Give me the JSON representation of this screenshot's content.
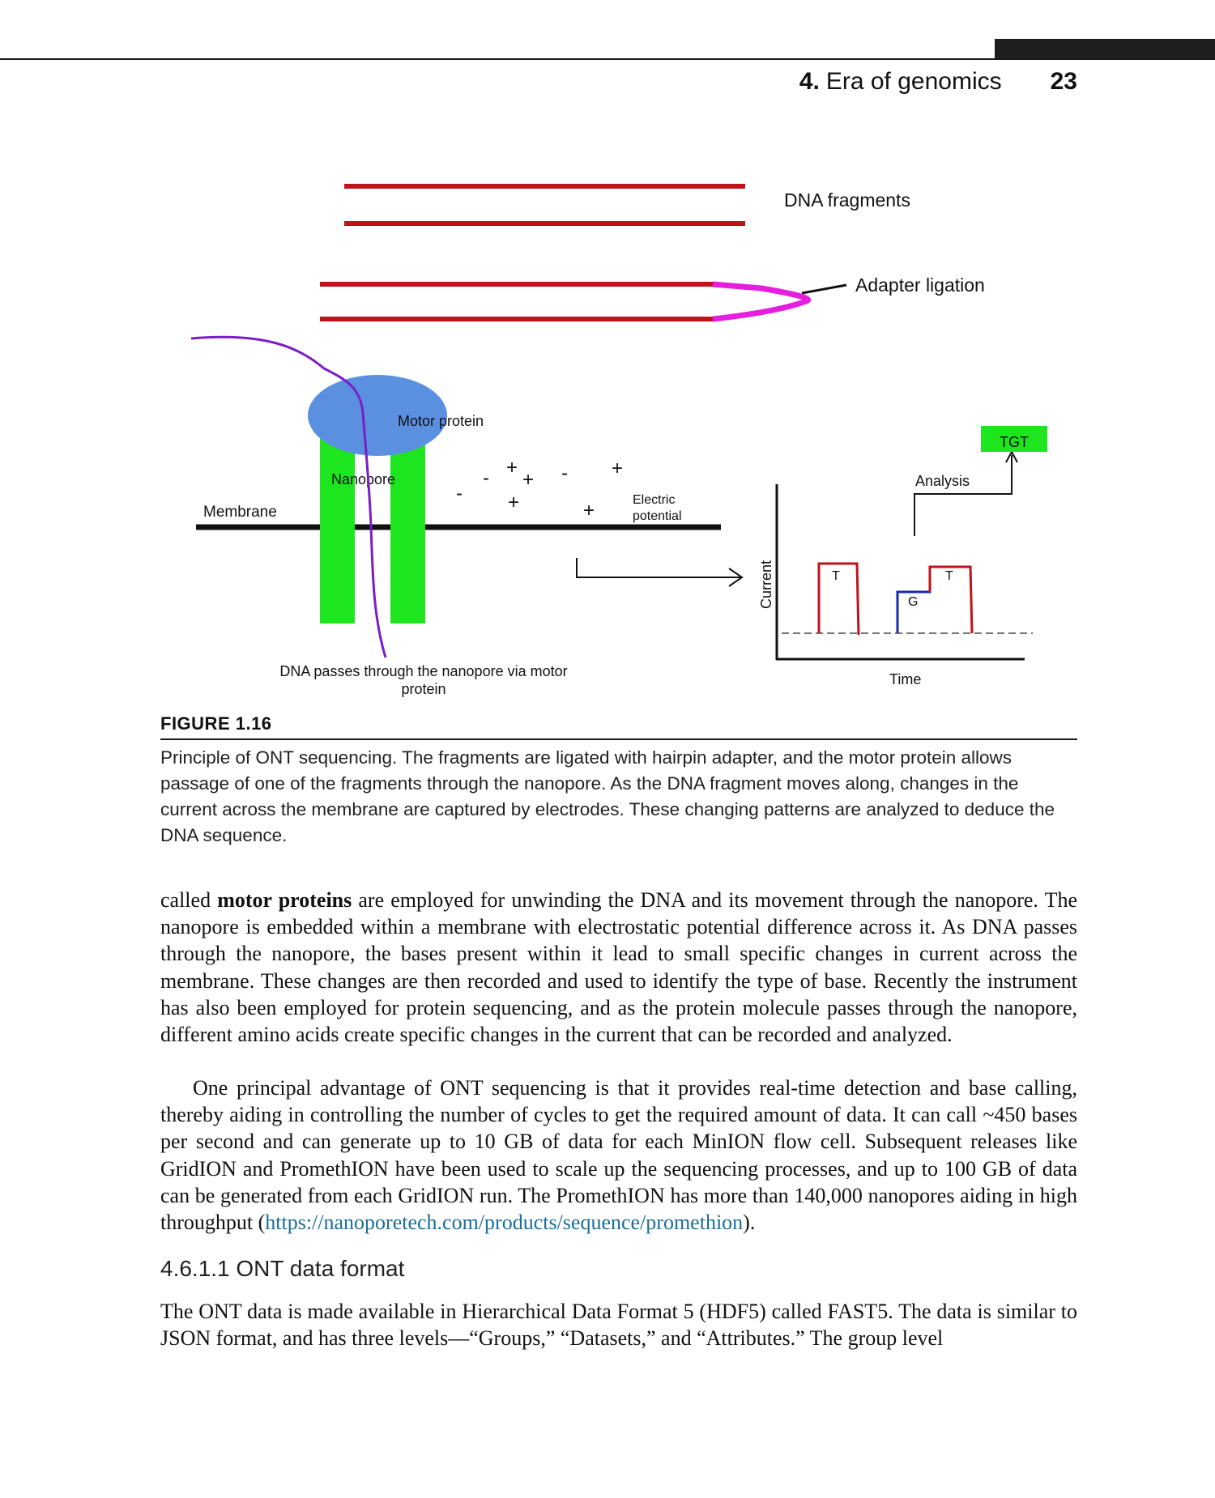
{
  "header": {
    "chapter_number": "4.",
    "chapter_title": "Era of genomics",
    "page_number": "23"
  },
  "figure": {
    "labels": {
      "dna_fragments": "DNA fragments",
      "adapter_ligation": "Adapter ligation",
      "motor_protein": "Motor protein",
      "nanopore": "Nanopore",
      "membrane": "Membrane",
      "electric_potential_line1": "Electric",
      "electric_potential_line2": "potential",
      "dna_passes_line1": "DNA passes through the nanopore via motor",
      "dna_passes_line2": "protein",
      "current_axis": "Current",
      "time_axis": "Time",
      "analysis": "Analysis",
      "result": "TGT",
      "base_t1": "T",
      "base_g": "G",
      "base_t2": "T"
    },
    "charges": [
      "+",
      "+",
      "+",
      "+",
      "+",
      "-",
      "-",
      "-"
    ],
    "colors": {
      "dna_strand": "#c0121a",
      "adapter": "#e61ee0",
      "motor_protein": "#5b8fe0",
      "nanopore": "#1ee61e",
      "dna_thread": "#7a1ec8",
      "result_box": "#1ee61e",
      "signal_red": "#c0121a",
      "signal_blue": "#1a2aa8"
    },
    "figure_label": "FIGURE 1.16",
    "caption": "Principle of ONT sequencing. The fragments are ligated with hairpin adapter, and the motor protein allows passage of one of the fragments through the nanopore. As the DNA fragment moves along, changes in the current across the membrane are captured by electrodes. These changing patterns are analyzed to deduce the DNA sequence."
  },
  "body": {
    "p1_pre": "called ",
    "p1_bold": "motor proteins",
    "p1_post": " are employed for unwinding the DNA and its movement through the nanopore. The nanopore is embedded within a membrane with electrostatic potential difference across it. As DNA passes through the nanopore, the bases present within it lead to small specific changes in current across the membrane. These changes are then recorded and used to identify the type of base. Recently the instrument has also been employed for protein sequencing, and as the protein molecule passes through the nanopore, different amino acids create specific changes in the current that can be recorded and analyzed.",
    "p2_pre": "One principal advantage of ONT sequencing is that it provides real-time detection and base calling, thereby aiding in controlling the number of cycles to get the required amount of data. It can call ~450 bases per second and can generate up to 10 GB of data for each MinION flow cell. Subsequent releases like GridION and PromethION have been used to scale up the sequencing processes, and up to 100 GB of data can be generated from each GridION run. The PromethION has more than 140,000 nanopores aiding in high throughput (",
    "p2_link": "https://nanoporetech.com/products/sequence/promethion",
    "p2_post": ").",
    "section_heading": "4.6.1.1  ONT data format",
    "p3": "The ONT data is made available in Hierarchical Data Format 5 (HDF5) called FAST5. The data is similar to JSON format, and has three levels—“Groups,” “Datasets,” and “Attributes.” The group level"
  }
}
